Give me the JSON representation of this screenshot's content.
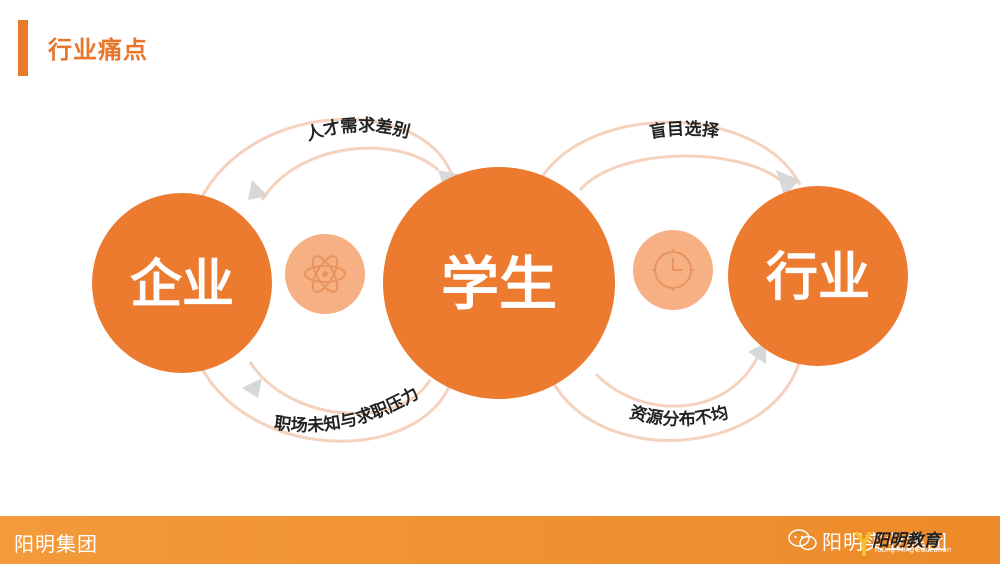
{
  "header": {
    "title": "行业痛点"
  },
  "nodes": {
    "enterprise": "企业",
    "student": "学生",
    "industry": "行业"
  },
  "arrows": {
    "top_left": "人才需求差别",
    "bottom_left": "职场未知与求职压力",
    "top_right": "盲目选择",
    "bottom_right": "资源分布不均"
  },
  "icons": {
    "left_mid": "atom-icon",
    "right_mid": "clock-icon"
  },
  "footer": {
    "company": "阳明集团",
    "watermark": "阳明实业集团"
  },
  "logo": {
    "name": "阳明教育",
    "sub": "Young Ming Education"
  },
  "colors": {
    "accent": "#ea7b2c",
    "circle": "#ec7a2f",
    "icon_circle": "#f7b083",
    "arrow": "#f5d2bd",
    "footer": "#f08f2f"
  }
}
